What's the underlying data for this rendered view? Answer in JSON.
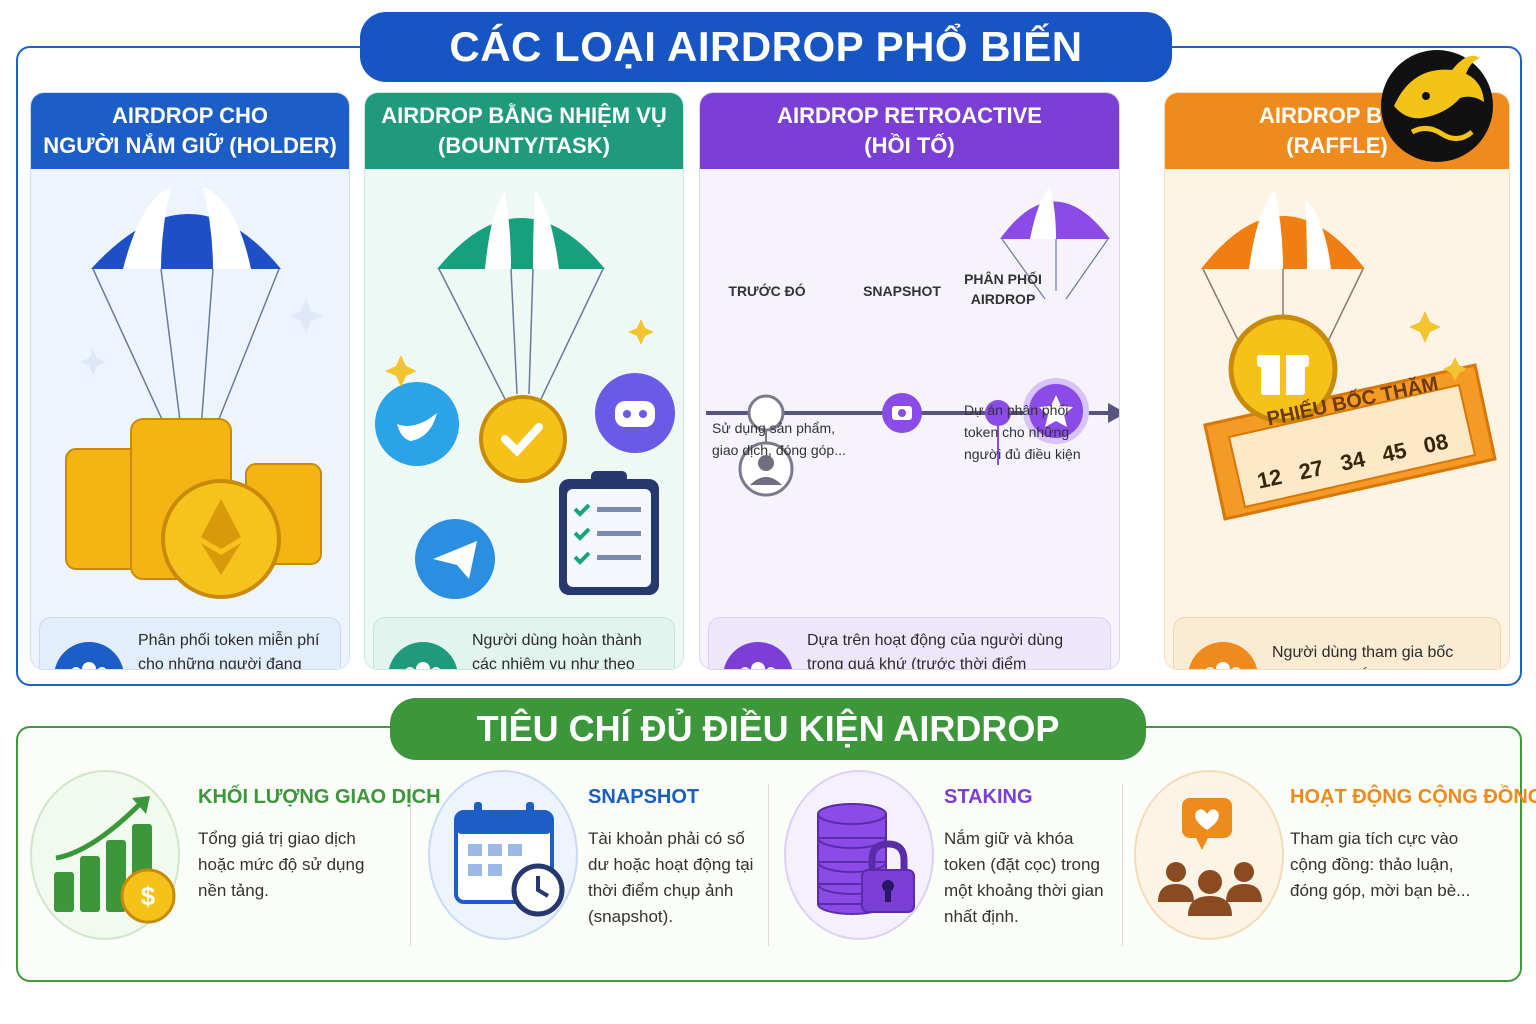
{
  "header": {
    "title": "CÁC LOẠI AIRDROP PHỔ BIẾN"
  },
  "cards": [
    {
      "title_line1": "AIRDROP CHO",
      "title_line2": "NGƯỜI NẮM GIỮ (HOLDER)",
      "description": "Phân phối token miễn phí cho những người đang nắm giữ một loại tiền điện tử cụ thể.",
      "icon": "users-icon",
      "color": "#1c5dc6"
    },
    {
      "title_line1": "AIRDROP BẰNG NHIỆM VỤ",
      "title_line2": "(BOUNTY/TASK)",
      "description": "Người dùng hoàn thành các nhiệm vụ như theo dõi, like, chia sẻ, tham gia... để nhận token.",
      "icon": "users-icon",
      "color": "#1f9a7d"
    },
    {
      "title_line1": "AIRDROP RETROACTIVE",
      "title_line2": "(HỒI TỐ)",
      "description": "Dựa trên hoạt động của người dùng trong quá khứ (trước thời điểm snapshot), không cần thực hiện nhiệm vụ.",
      "icon": "users-icon",
      "color": "#7b3fd6",
      "timeline": {
        "before_label": "TRƯỚC ĐÓ",
        "snapshot_label": "SNAPSHOT",
        "distribute_label_1": "PHÂN PHỐI",
        "distribute_label_2": "AIRDROP",
        "before_text": "Sử dụng sản phẩm, giao dịch, đóng góp...",
        "distribute_text": "Dự án phân phối token cho những người đủ điều kiện"
      }
    },
    {
      "title_line1": "AIRDROP BỐC",
      "title_line2": "(RAFFLE)",
      "description": "Người dùng tham gia bốc thăm may mắn. Người trúng thưởng sẽ nhận được token.",
      "icon": "users-icon",
      "color": "#ef8a1c",
      "ticket": {
        "label": "PHIẾU BỐC THĂM",
        "numbers": [
          "12",
          "27",
          "34",
          "45",
          "08"
        ]
      }
    }
  ],
  "criteria_header": {
    "title": "TIÊU CHÍ ĐỦ ĐIỀU KIỆN AIRDROP"
  },
  "criteria": [
    {
      "title": "KHỐI LƯỢNG GIAO DỊCH",
      "text": "Tổng giá trị giao dịch hoặc mức độ sử dụng nền tảng.",
      "icon": "growth-chart-coin-icon",
      "color": "#3c963a"
    },
    {
      "title": "SNAPSHOT",
      "text": "Tài khoản phải có số dư hoặc hoạt động tại thời điểm chụp ảnh (snapshot).",
      "icon": "calendar-clock-icon",
      "color": "#1c5dc6"
    },
    {
      "title": "STAKING",
      "text": "Nắm giữ và khóa token (đặt cọc) trong một khoảng thời gian nhất định.",
      "icon": "coin-stack-lock-icon",
      "color": "#7b3fd6"
    },
    {
      "title": "HOẠT ĐỘNG CỘNG ĐỒNG",
      "text": "Tham gia tích cực vào cộng đồng: thảo luận, đóng góp, mời bạn bè...",
      "icon": "community-heart-icon",
      "color": "#ef8a1c"
    }
  ]
}
